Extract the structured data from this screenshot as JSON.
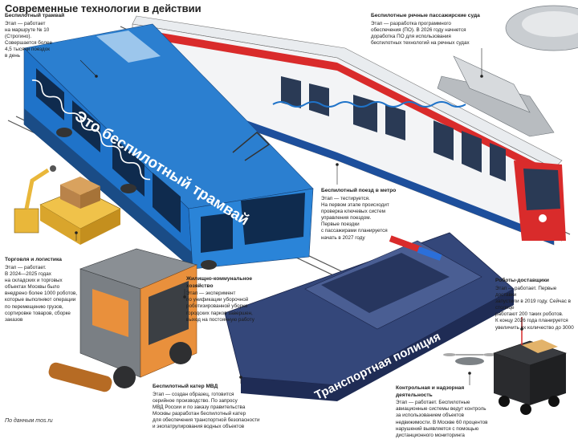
{
  "header": {
    "title": "Современные технологии в действии"
  },
  "vehicle_labels": {
    "tram_side": "Это беспилотный трамвай",
    "boat_side": "Транспортная полиция"
  },
  "notes": {
    "tram": {
      "heading": "Беспилотный трамвай",
      "lines": [
        "Этап — работает",
        "на маршруте № 10",
        "(Строгино).",
        "Совершается более",
        "4,5 тысячи поездок",
        "в день"
      ]
    },
    "vessels": {
      "heading": "Беспилотные речные пассажирские суда",
      "lines": [
        "Этап — разработка программного",
        "обеспечения (ПО). В 2026 году начнется",
        "доработка ПО для использования",
        "беспилотных технологий на речных судах"
      ]
    },
    "metro": {
      "heading": "Беспилотный поезд в метро",
      "lines": [
        "Этап — тестируется.",
        "На первом этапе происходит",
        "проверка ключевых систем",
        "управления поездом.",
        "Первые поездки",
        "с пассажирами планируется",
        "начать в 2027 году"
      ]
    },
    "trade": {
      "heading": "Торговля и логистика",
      "lines": [
        "Этап — работает.",
        "В 2024—2025 годах",
        "на складских и торговых",
        "объектах Москвы было",
        "внедрено более 1000 роботов,",
        "которые выполняют операции",
        "по перемещению грузов,",
        "сортировке товаров, сборке",
        "заказов"
      ]
    },
    "utilities": {
      "heading": "Жилищно-коммунальное хозяйство",
      "lines": [
        "Этап — эксперимент",
        "по унификации уборочной",
        "роботизированной уборке",
        "городских парков завершен,",
        "выход на постоянную работу"
      ]
    },
    "couriers": {
      "heading": "Роботы-доставщики",
      "lines": [
        "Этап — работает. Первые доставки",
        "запустили в 2019 году. Сейчас в столице",
        "работают 200 таких роботов.",
        "К концу 2026 года планируется",
        "увеличить их количество до 3000"
      ]
    },
    "boat": {
      "heading": "Беспилотный катер МВД",
      "lines": [
        "Этап — создан образец, готовится",
        "серийное производство. По запросу",
        "МВД России и по заказу правительства",
        "Москвы разработан беспилотный катер",
        "для обеспечения транспортной безопасности",
        "и экопатрулирования водных объектов"
      ]
    },
    "control": {
      "heading": "Контрольная и надзорная деятельность",
      "lines": [
        "Этап — работает. Беспилотные",
        "авиационные системы ведут контроль",
        "за использованием объектов",
        "недвижимости. В Москве 60 процентов",
        "нарушений выявляется с помощью",
        "дистанционного мониторинга"
      ]
    }
  },
  "source": "По данным mos.ru",
  "colors": {
    "tram_blue": "#1f73c9",
    "metro_red": "#d92b2b",
    "boat_navy": "#2c3e6e",
    "robot_orange": "#e9903c",
    "loader_yellow": "#e9b73a"
  }
}
